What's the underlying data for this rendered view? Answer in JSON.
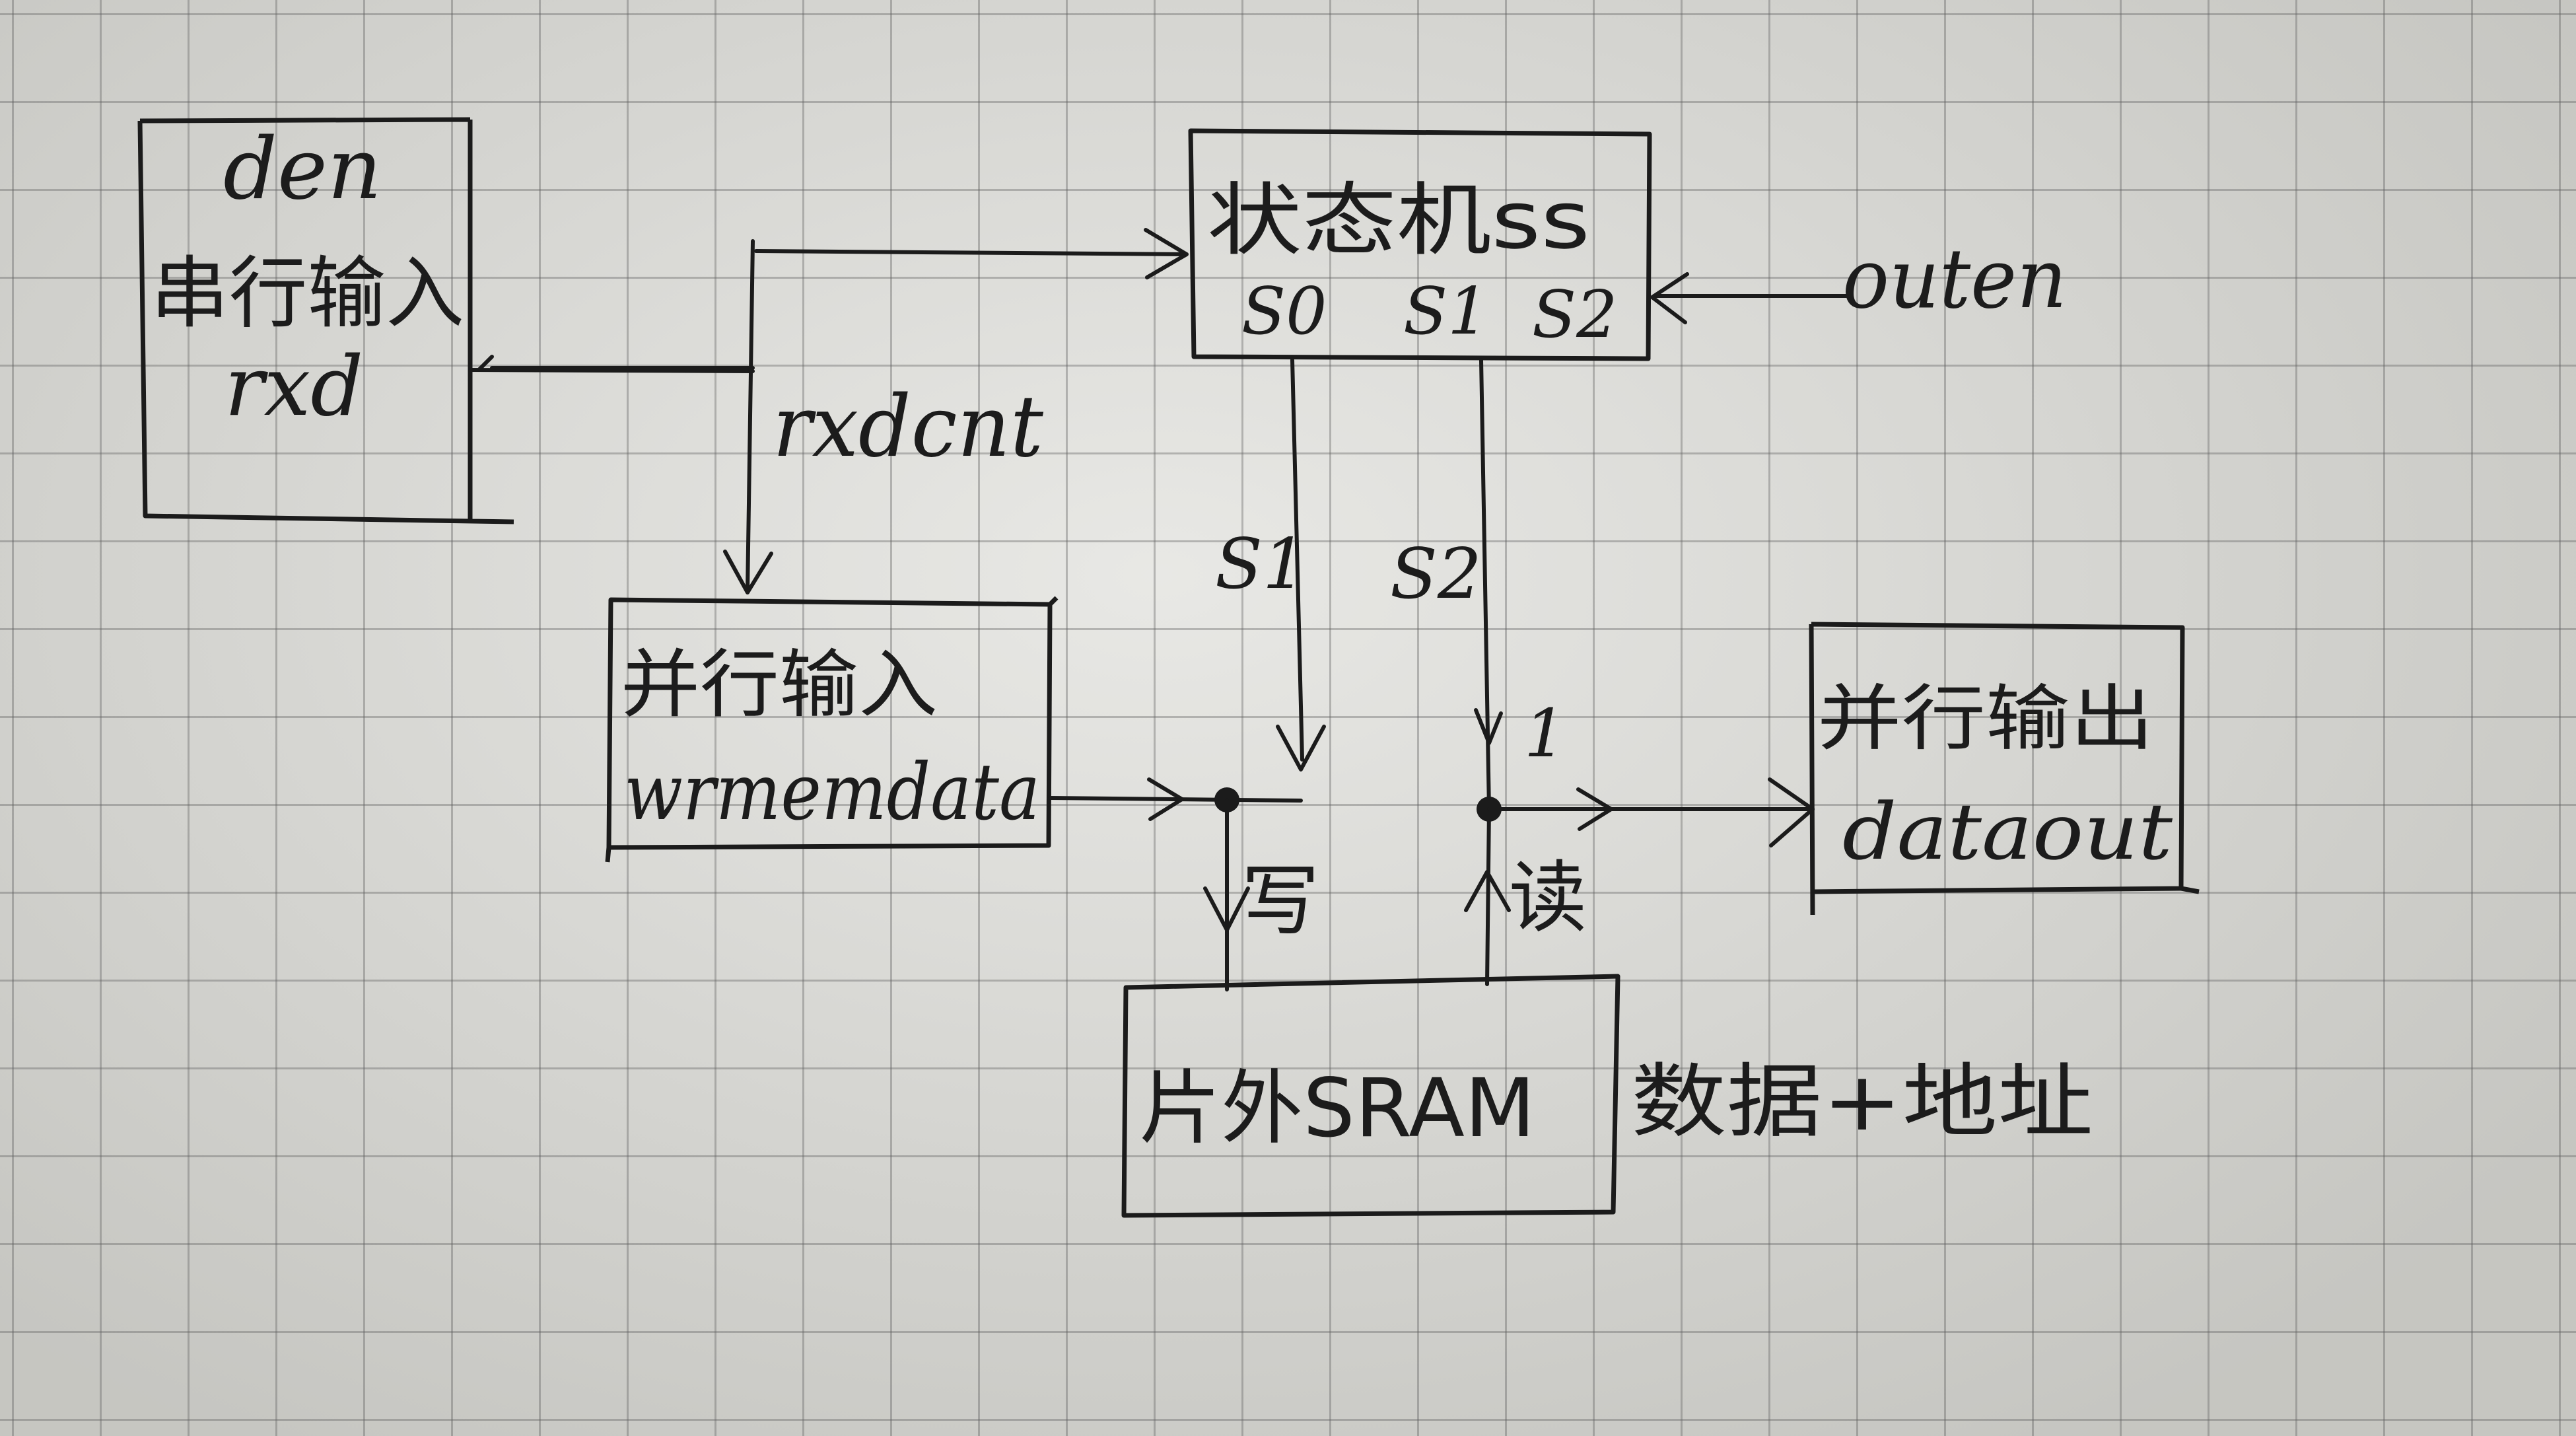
{
  "diagram": {
    "blocks": {
      "serial_input": {
        "top_label": "den",
        "title": "串行输入",
        "signal": "rxd"
      },
      "state_machine": {
        "title": "状态机ss",
        "states": [
          "S0",
          "S1",
          "S2"
        ]
      },
      "parallel_input": {
        "title": "并行输入",
        "signal": "wrmemdata"
      },
      "parallel_output": {
        "title": "并行输出",
        "signal": "dataout"
      },
      "sram": {
        "title": "片外SRAM",
        "side_note": "数据+地址"
      }
    },
    "signals": {
      "rxdcnt": "rxdcnt",
      "outen": "outen",
      "s1": "S1",
      "s2": "S2",
      "write": "写",
      "read": "读",
      "marker_one": "1"
    }
  }
}
